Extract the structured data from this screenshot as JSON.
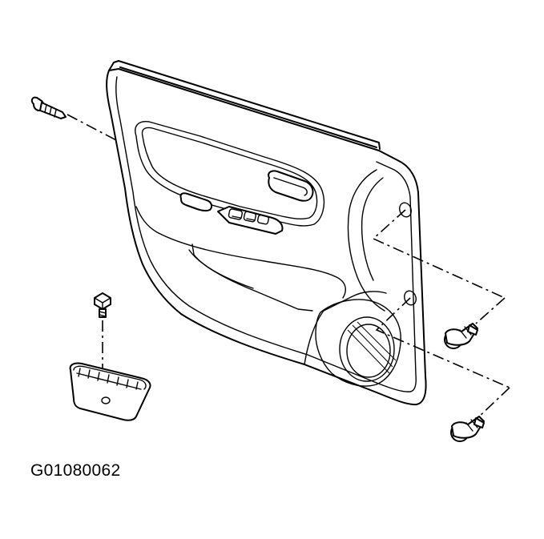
{
  "figure": {
    "id_label": "G01080062"
  },
  "diagram": {
    "type": "exploded-parts-view",
    "parts": [
      {
        "name": "door-trim-panel"
      },
      {
        "name": "trim-panel-screw"
      },
      {
        "name": "pull-pocket"
      },
      {
        "name": "pull-pocket-screw"
      },
      {
        "name": "clip-upper"
      },
      {
        "name": "clip-lower"
      }
    ]
  }
}
